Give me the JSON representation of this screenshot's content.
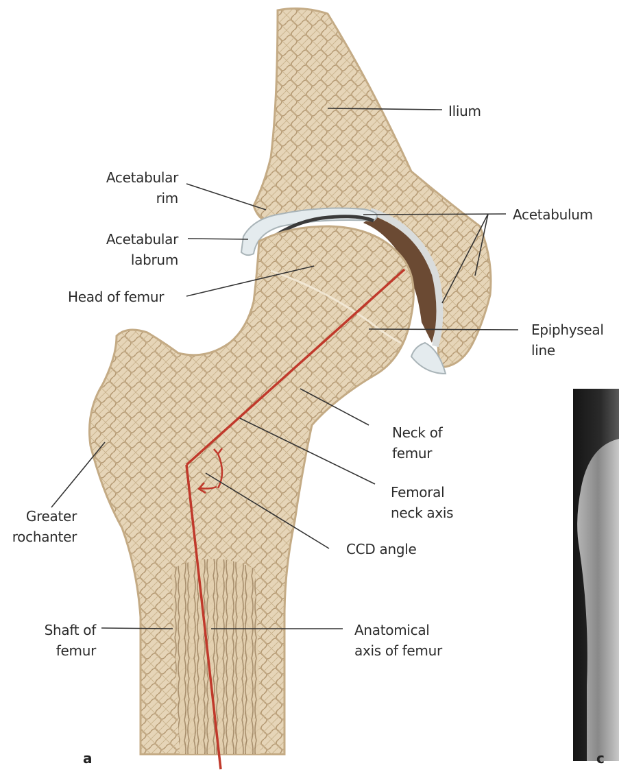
{
  "labels": {
    "ilium": "Ilium",
    "acetabular_rim": [
      "Acetabular",
      "rim"
    ],
    "acetabulum": "Acetabulum",
    "acetabular_labrum": [
      "Acetabular",
      "labrum"
    ],
    "head_of_femur": "Head of femur",
    "epiphyseal_line": [
      "Epiphyseal",
      "line"
    ],
    "neck_of_femur": [
      "Neck of",
      "femur"
    ],
    "femoral_neck_axis": [
      "Femoral",
      "neck axis"
    ],
    "greater_trochanter": [
      "Greater",
      "rochanter"
    ],
    "ccd_angle": "CCD angle",
    "shaft_of_femur": [
      "Shaft of",
      "femur"
    ],
    "anatomical_axis": [
      "Anatomical",
      "axis of femur"
    ]
  },
  "panels": {
    "a": "a",
    "c": "c"
  },
  "colors": {
    "bone": "#e8d8bd",
    "bone_dark": "#c9b38e",
    "trabecula": "#b89c76",
    "cartilage": "#e4ebee",
    "cavity": "#6b4a33",
    "axis_line": "#c0392b",
    "leader": "#333333",
    "xray_bg": "#151515"
  }
}
